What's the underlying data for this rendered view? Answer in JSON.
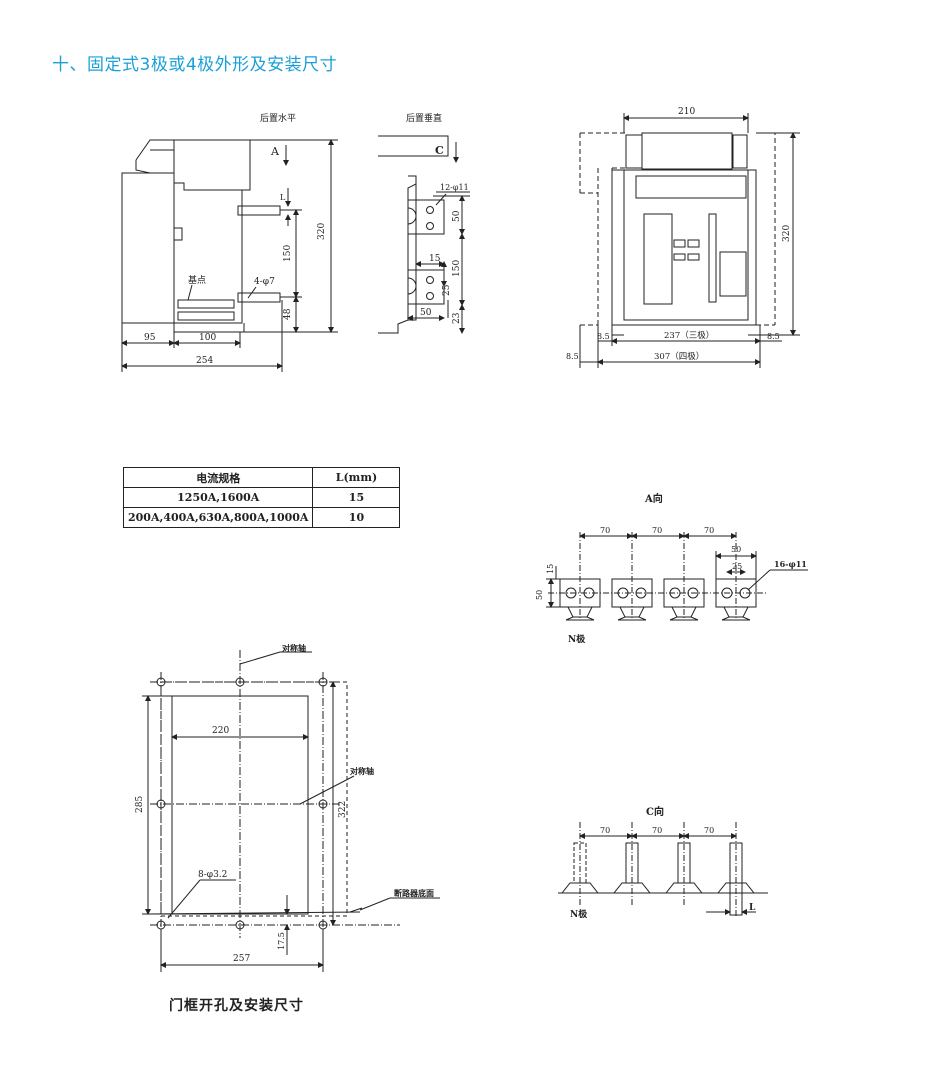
{
  "heading": "十、固定式3极或4极外形及安装尺寸",
  "view_rear_horizontal": {
    "title": "后置水平",
    "arrow": "A",
    "dim_320": "320",
    "dim_150": "150",
    "dim_48": "48",
    "dim_l": "L",
    "base_point": "基点",
    "holes": "4-φ7",
    "dim_95": "95",
    "dim_100": "100",
    "dim_254": "254"
  },
  "view_rear_vertical": {
    "title": "后置垂直",
    "arrow": "C",
    "holes": "12-φ11",
    "dim_50a": "50",
    "dim_15": "15",
    "dim_150": "150",
    "dim_25": "25",
    "dim_50b": "50",
    "dim_23": "23"
  },
  "view_front": {
    "dim_210": "210",
    "dim_320": "320",
    "dim_85a": "8.5",
    "dim_85b": "8.5",
    "dim_85c": "8.5",
    "dim_237": "237（三极）",
    "dim_307": "307（四极）"
  },
  "table": {
    "headers": [
      "电流规格",
      "L(mm)"
    ],
    "rows": [
      [
        "1250A,1600A",
        "15"
      ],
      [
        "200A,400A,630A,800A,1000A",
        "10"
      ]
    ]
  },
  "view_a": {
    "title": "A向",
    "dim_70a": "70",
    "dim_70b": "70",
    "dim_70c": "70",
    "dim_50": "50",
    "dim_25": "25",
    "holes": "16-φ11",
    "dim_15": "15",
    "dim_50v": "50",
    "n_pole": "N极"
  },
  "view_c": {
    "title": "C向",
    "dim_70a": "70",
    "dim_70b": "70",
    "dim_70c": "70",
    "n_pole": "N极",
    "dim_l": "L"
  },
  "door": {
    "sym_axis_top": "对称轴",
    "sym_axis_right": "对称轴",
    "dim_220": "220",
    "dim_285": "285",
    "dim_322": "322",
    "holes": "8-φ3.2",
    "breaker_bottom": "断路器底面",
    "dim_175": "17.5",
    "dim_257": "257",
    "caption": "门框开孔及安装尺寸"
  }
}
